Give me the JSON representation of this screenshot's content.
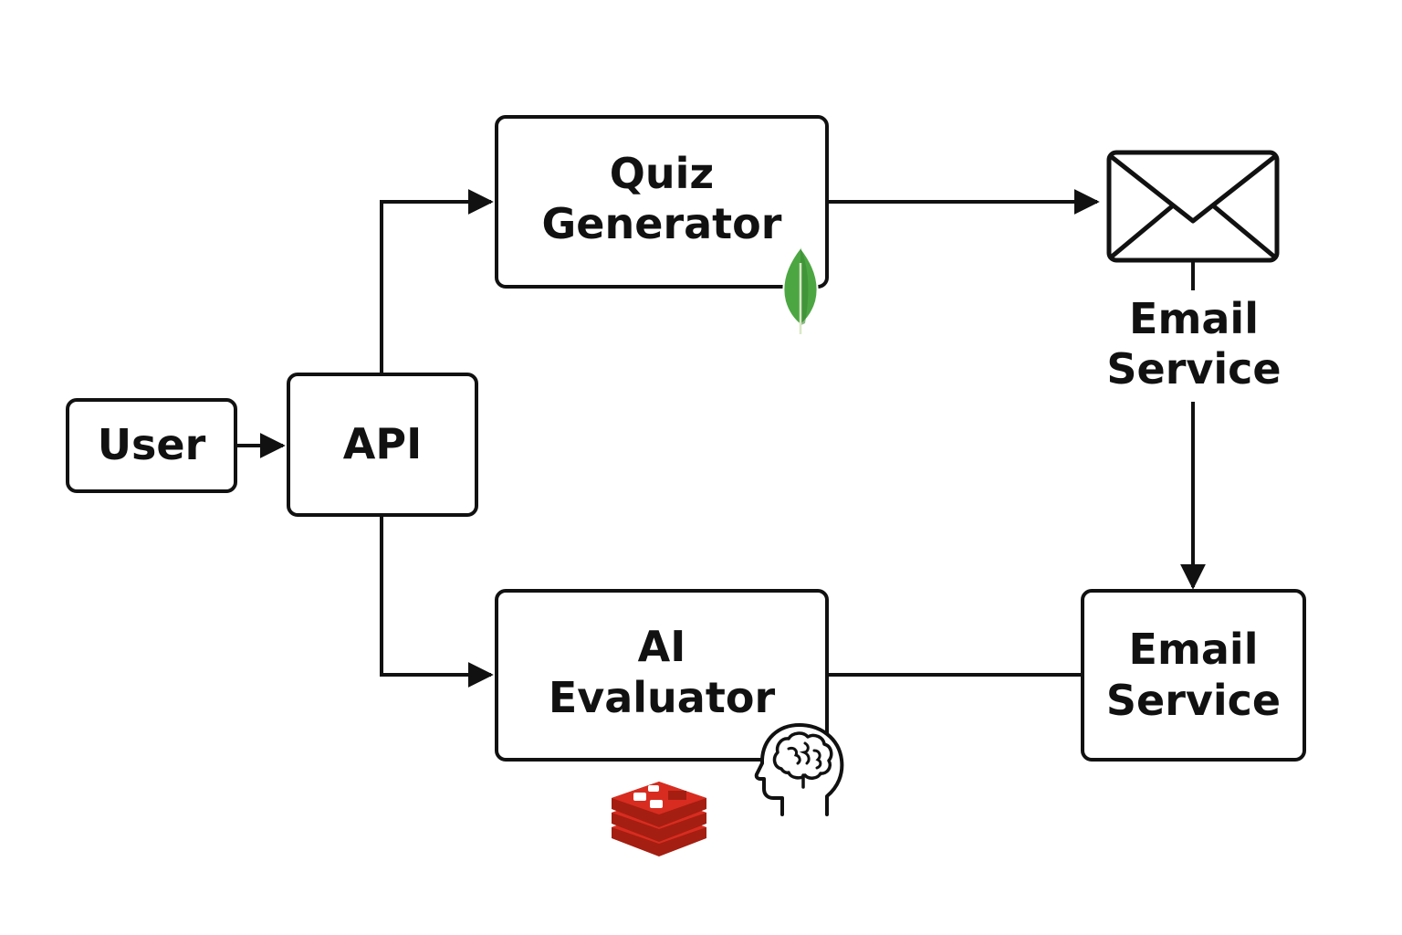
{
  "nodes": {
    "user": {
      "label": "User"
    },
    "api": {
      "label": "API"
    },
    "quiz_generator": {
      "line1": "Quiz",
      "line2": "Generator"
    },
    "ai_evaluator": {
      "line1": "AI",
      "line2": "Evaluator"
    },
    "email_icon_label": {
      "line1": "Email",
      "line2": "Service"
    },
    "email_service": {
      "line1": "Email",
      "line2": "Service"
    }
  },
  "icons": {
    "envelope": "envelope-icon",
    "leaf": "mongodb-leaf-icon",
    "stack": "redis-stack-icon",
    "brain": "brain-head-icon"
  },
  "colors": {
    "stroke": "#111111",
    "leaf": "#4ca642",
    "leaf_dark": "#3b8a33",
    "redis": "#d82c20",
    "redis_dark": "#a41e11"
  }
}
